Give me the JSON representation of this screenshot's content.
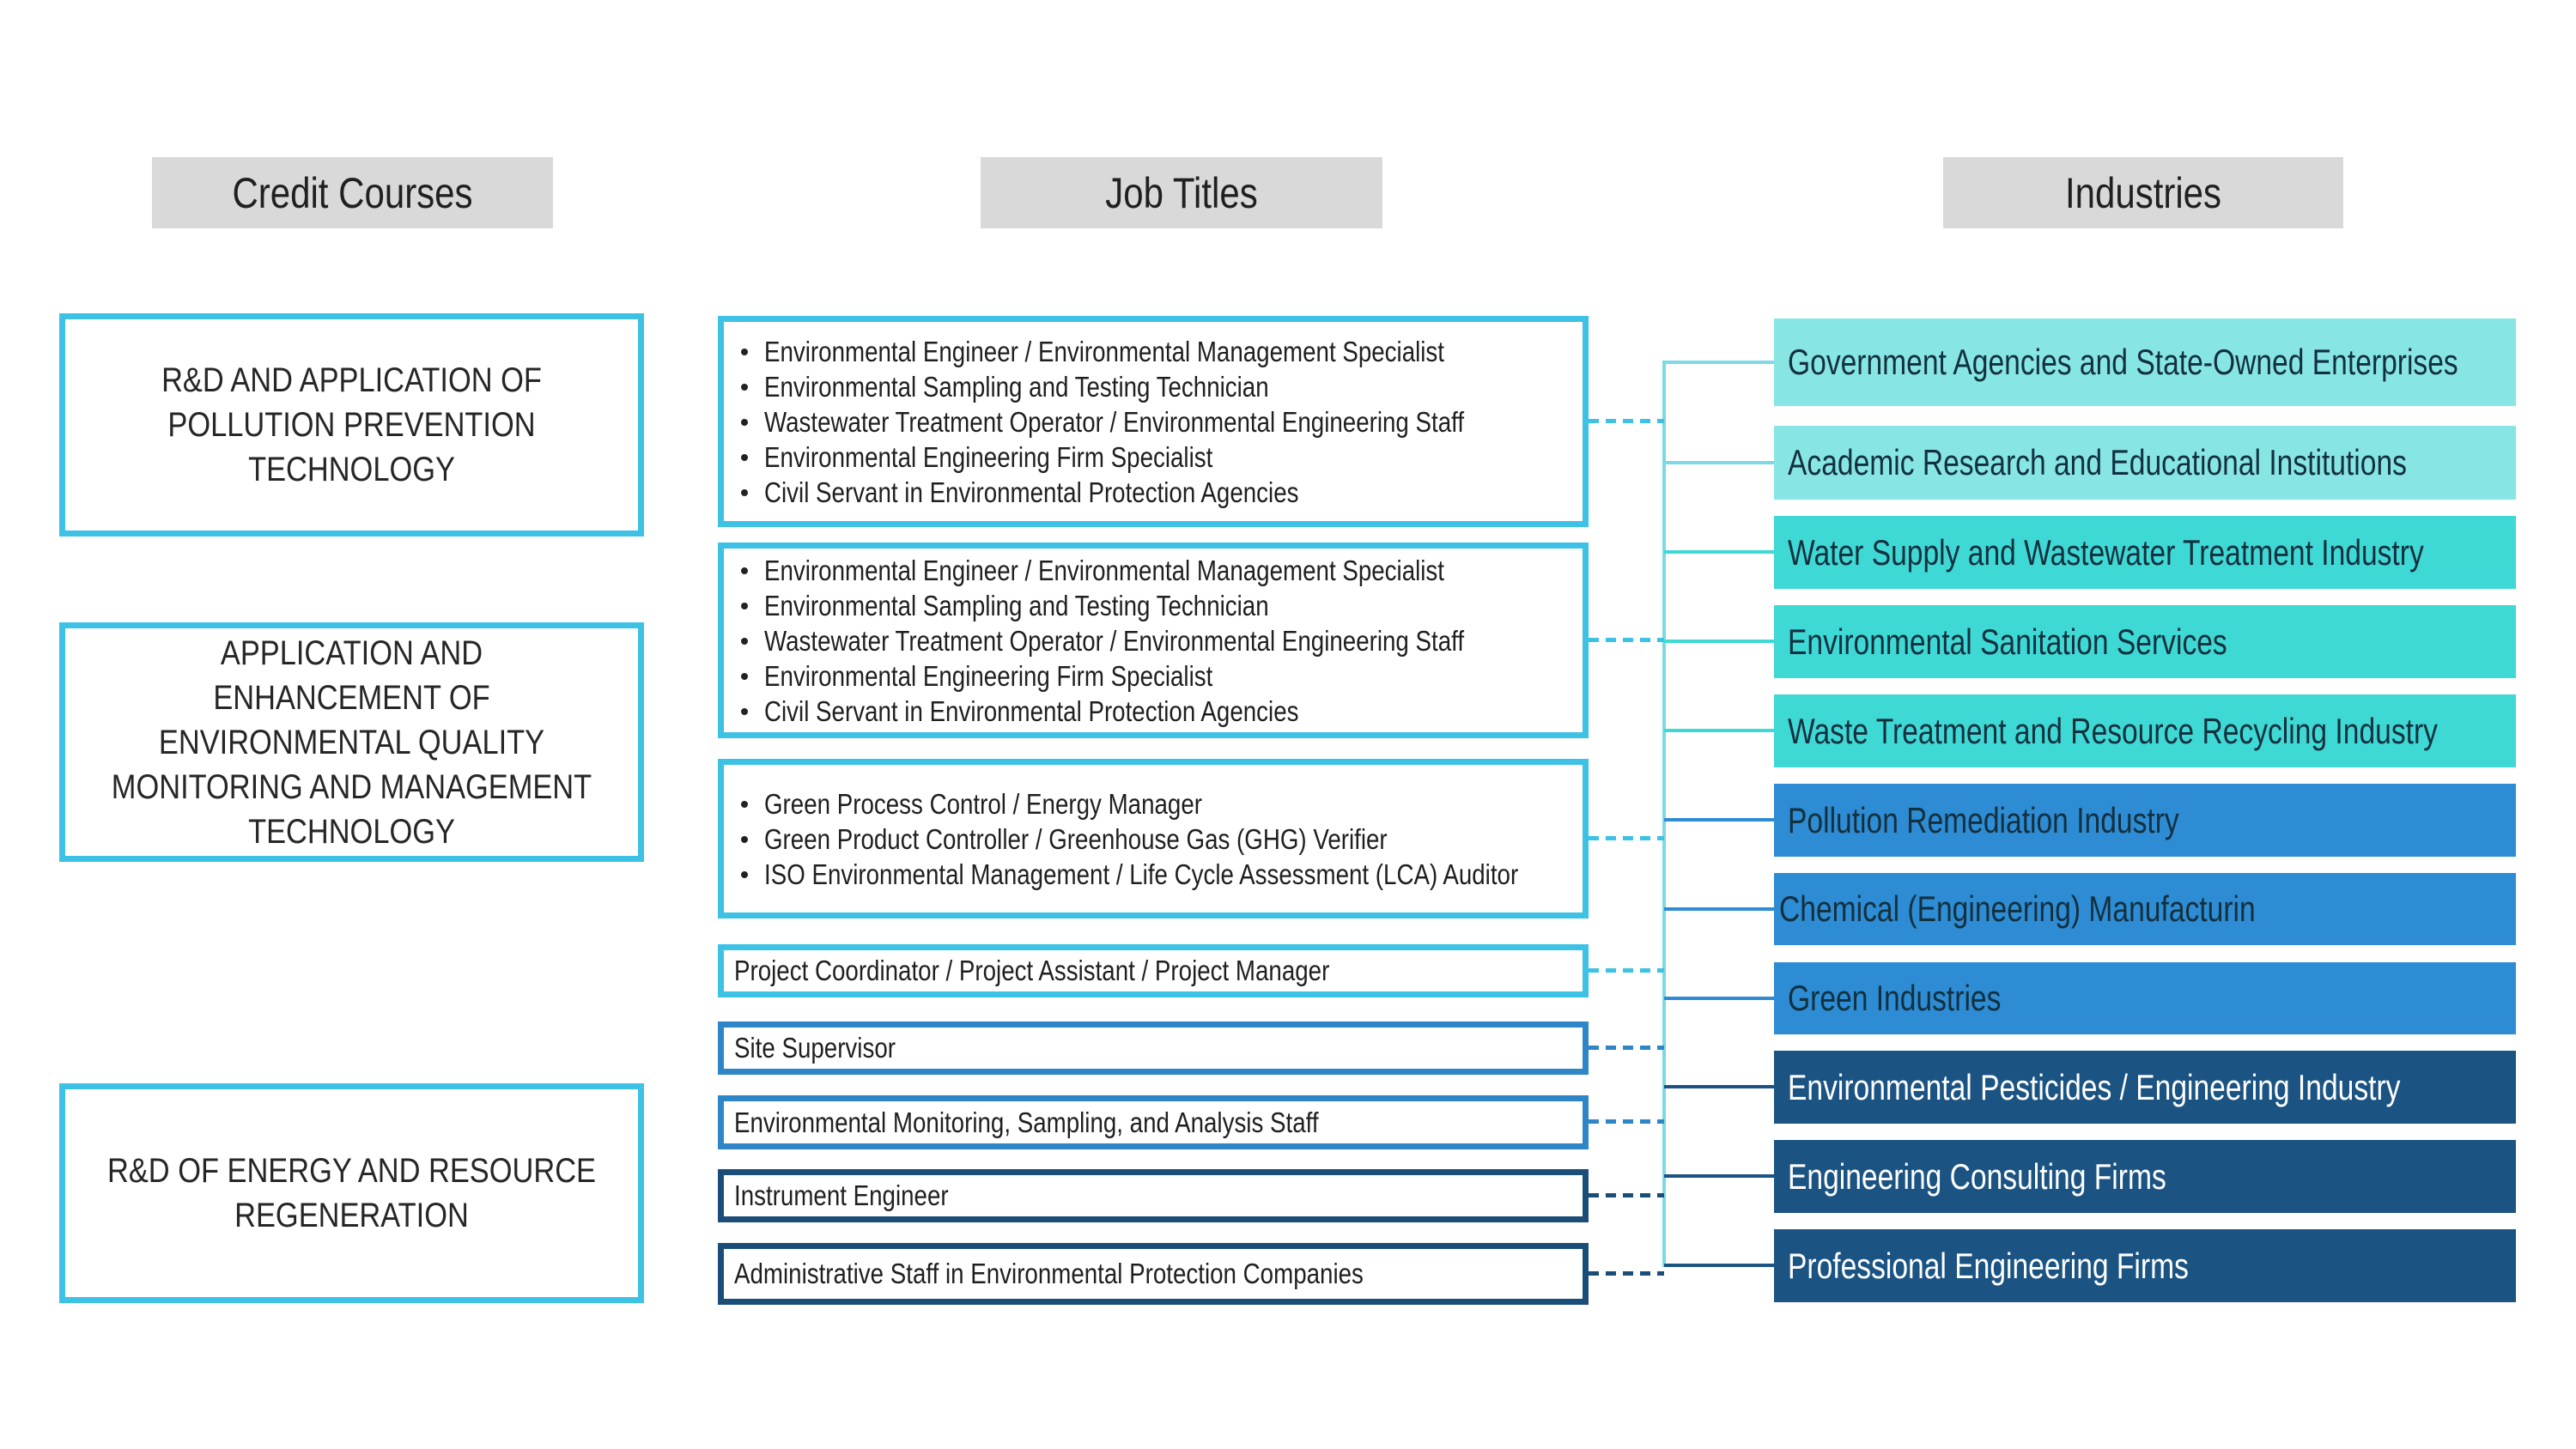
{
  "palette": {
    "cyan_border": "#3DC1E5",
    "medium_blue_border": "#2E86C6",
    "navy_border": "#1A4E78",
    "bar_light_cyan": "#87E6E3",
    "bar_turquoise": "#3ED9D4",
    "bar_medium_blue": "#2D8CD3",
    "bar_navy": "#1B5383",
    "header_gray": "#D9D9D9",
    "trunk_cyan": "#7EDAE2"
  },
  "headers": {
    "credit_courses": "Credit Courses",
    "job_titles": "Job Titles",
    "industries": "Industries"
  },
  "courses": [
    {
      "title": "R&D AND APPLICATION OF\nPOLLUTION PREVENTION\nTECHNOLOGY"
    },
    {
      "title": "APPLICATION AND\nENHANCEMENT OF\nENVIRONMENTAL QUALITY\nMONITORING AND MANAGEMENT\nTECHNOLOGY"
    },
    {
      "title": "R&D OF ENERGY AND RESOURCE\nREGENERATION"
    }
  ],
  "jobs": [
    {
      "items": [
        "Environmental Engineer / Environmental Management Specialist",
        "Environmental Sampling and Testing Technician",
        "Wastewater Treatment Operator / Environmental Engineering Staff",
        "Environmental Engineering Firm Specialist",
        "Civil Servant in Environmental Protection Agencies"
      ]
    },
    {
      "items": [
        "Environmental Engineer / Environmental Management Specialist",
        "Environmental Sampling and Testing Technician",
        "Wastewater Treatment Operator / Environmental Engineering Staff",
        "Environmental Engineering Firm Specialist",
        "Civil Servant in Environmental Protection Agencies"
      ]
    },
    {
      "items": [
        "Green Process Control / Energy Manager",
        "Green Product Controller / Greenhouse Gas (GHG) Verifier",
        "ISO Environmental Management / Life Cycle Assessment (LCA) Auditor"
      ]
    },
    {
      "label": "Project Coordinator / Project Assistant / Project Manager"
    },
    {
      "label": "Site Supervisor"
    },
    {
      "label": "Environmental Monitoring, Sampling, and Analysis Staff"
    },
    {
      "label": "Instrument Engineer"
    },
    {
      "label": "Administrative Staff in Environmental Protection Companies"
    }
  ],
  "industries": [
    "Government Agencies and State-Owned Enterprises",
    "Academic Research and Educational Institutions",
    "Water Supply and Wastewater Treatment Industry",
    "Environmental Sanitation Services",
    "Waste Treatment and Resource Recycling Industry",
    "Pollution Remediation Industry",
    "Chemical (Engineering) Manufacturin",
    "Green Industries",
    "Environmental Pesticides / Engineering Industry",
    "Engineering Consulting Firms",
    "Professional Engineering Firms"
  ]
}
